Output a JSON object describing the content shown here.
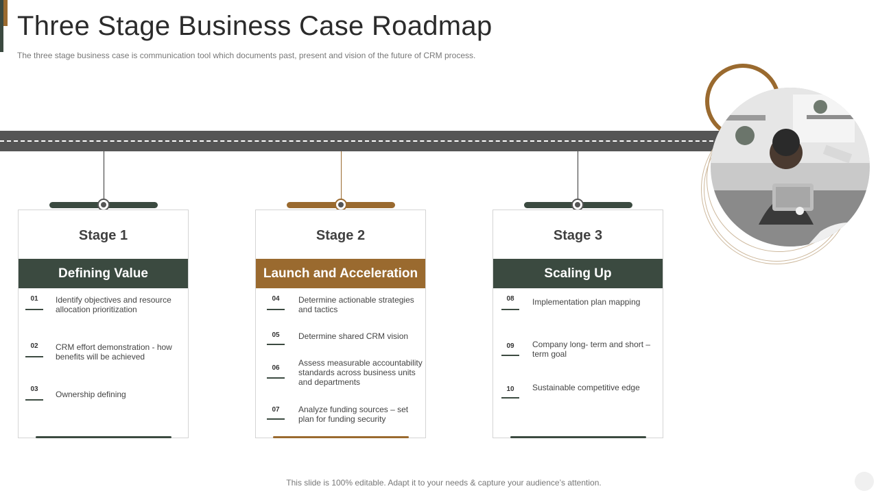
{
  "header": {
    "title": "Three Stage Business Case Roadmap",
    "subtitle": "The three stage business case is communication tool which documents past, present and vision of the future of CRM process."
  },
  "colors": {
    "dark_green": "#3b4a40",
    "bronze": "#9a6a2f",
    "road": "#555555"
  },
  "stages": [
    {
      "label": "Stage 1",
      "title": "Defining Value",
      "items": [
        {
          "num": "01",
          "text": "Identify objectives and resource allocation prioritization"
        },
        {
          "num": "02",
          "text": "CRM effort demonstration - how benefits will be achieved"
        },
        {
          "num": "03",
          "text": "Ownership defining"
        }
      ]
    },
    {
      "label": "Stage 2",
      "title": "Launch and Acceleration",
      "items": [
        {
          "num": "04",
          "text": "Determine actionable strategies and tactics"
        },
        {
          "num": "05",
          "text": "Determine shared CRM vision"
        },
        {
          "num": "06",
          "text": "Assess measurable accountability standards across business units and departments"
        },
        {
          "num": "07",
          "text": "Analyze funding sources – set plan for funding security"
        }
      ]
    },
    {
      "label": "Stage 3",
      "title": "Scaling Up",
      "items": [
        {
          "num": "08",
          "text": "Implementation plan mapping"
        },
        {
          "num": "09",
          "text": "Company long- term and short – term goal"
        },
        {
          "num": "10",
          "text": "Sustainable competitive edge"
        }
      ]
    }
  ],
  "footer": {
    "text": "This slide is 100% editable. Adapt it to your needs & capture your audience’s attention."
  }
}
